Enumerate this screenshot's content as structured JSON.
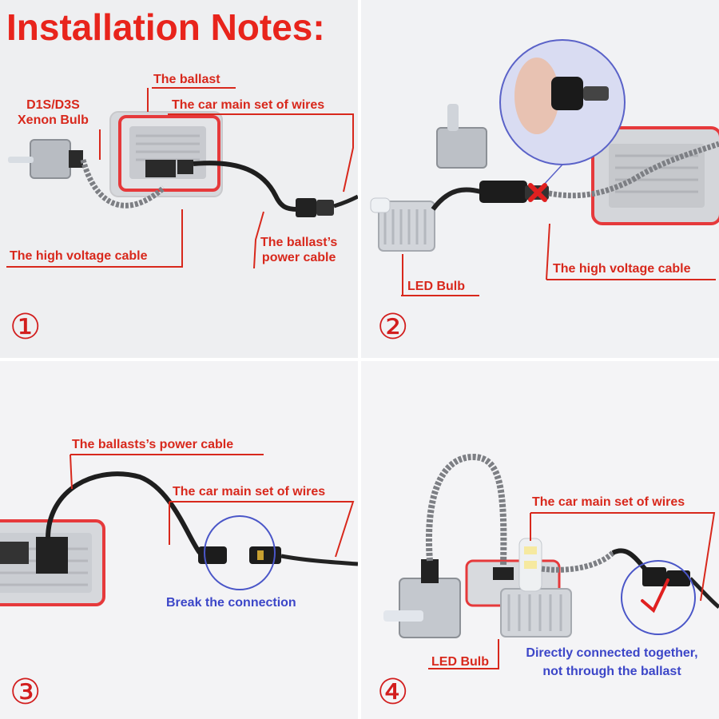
{
  "title": "Installation Notes:",
  "colors": {
    "accent_red": "#d8281c",
    "note_blue": "#3c46c8",
    "panel_bg": "#eeeff1"
  },
  "panels": [
    {
      "step": "①",
      "labels": {
        "xenon_bulb_line1": "D1S/D3S",
        "xenon_bulb_line2": "Xenon Bulb",
        "ballast": "The ballast",
        "car_wires": "The car main set of wires",
        "power_cable_line1": "The ballast’s",
        "power_cable_line2": "power cable",
        "hv_cable": "The high voltage cable"
      }
    },
    {
      "step": "②",
      "labels": {
        "led_bulb": "LED Bulb",
        "hv_cable": "The high voltage cable"
      }
    },
    {
      "step": "③",
      "labels": {
        "power_cable": "The ballasts’s power cable",
        "car_wires": "The car main set of wires",
        "break": "Break the connection"
      }
    },
    {
      "step": "④",
      "labels": {
        "car_wires": "The car main set of wires",
        "led_bulb": "LED Bulb",
        "direct_line1": "Directly connected together,",
        "direct_line2": "not through the ballast"
      }
    }
  ],
  "icons": [
    "xenon-bulb-icon",
    "ballast-icon",
    "connector-icon",
    "led-bulb-icon",
    "cross-mark-icon",
    "check-mark-icon"
  ]
}
